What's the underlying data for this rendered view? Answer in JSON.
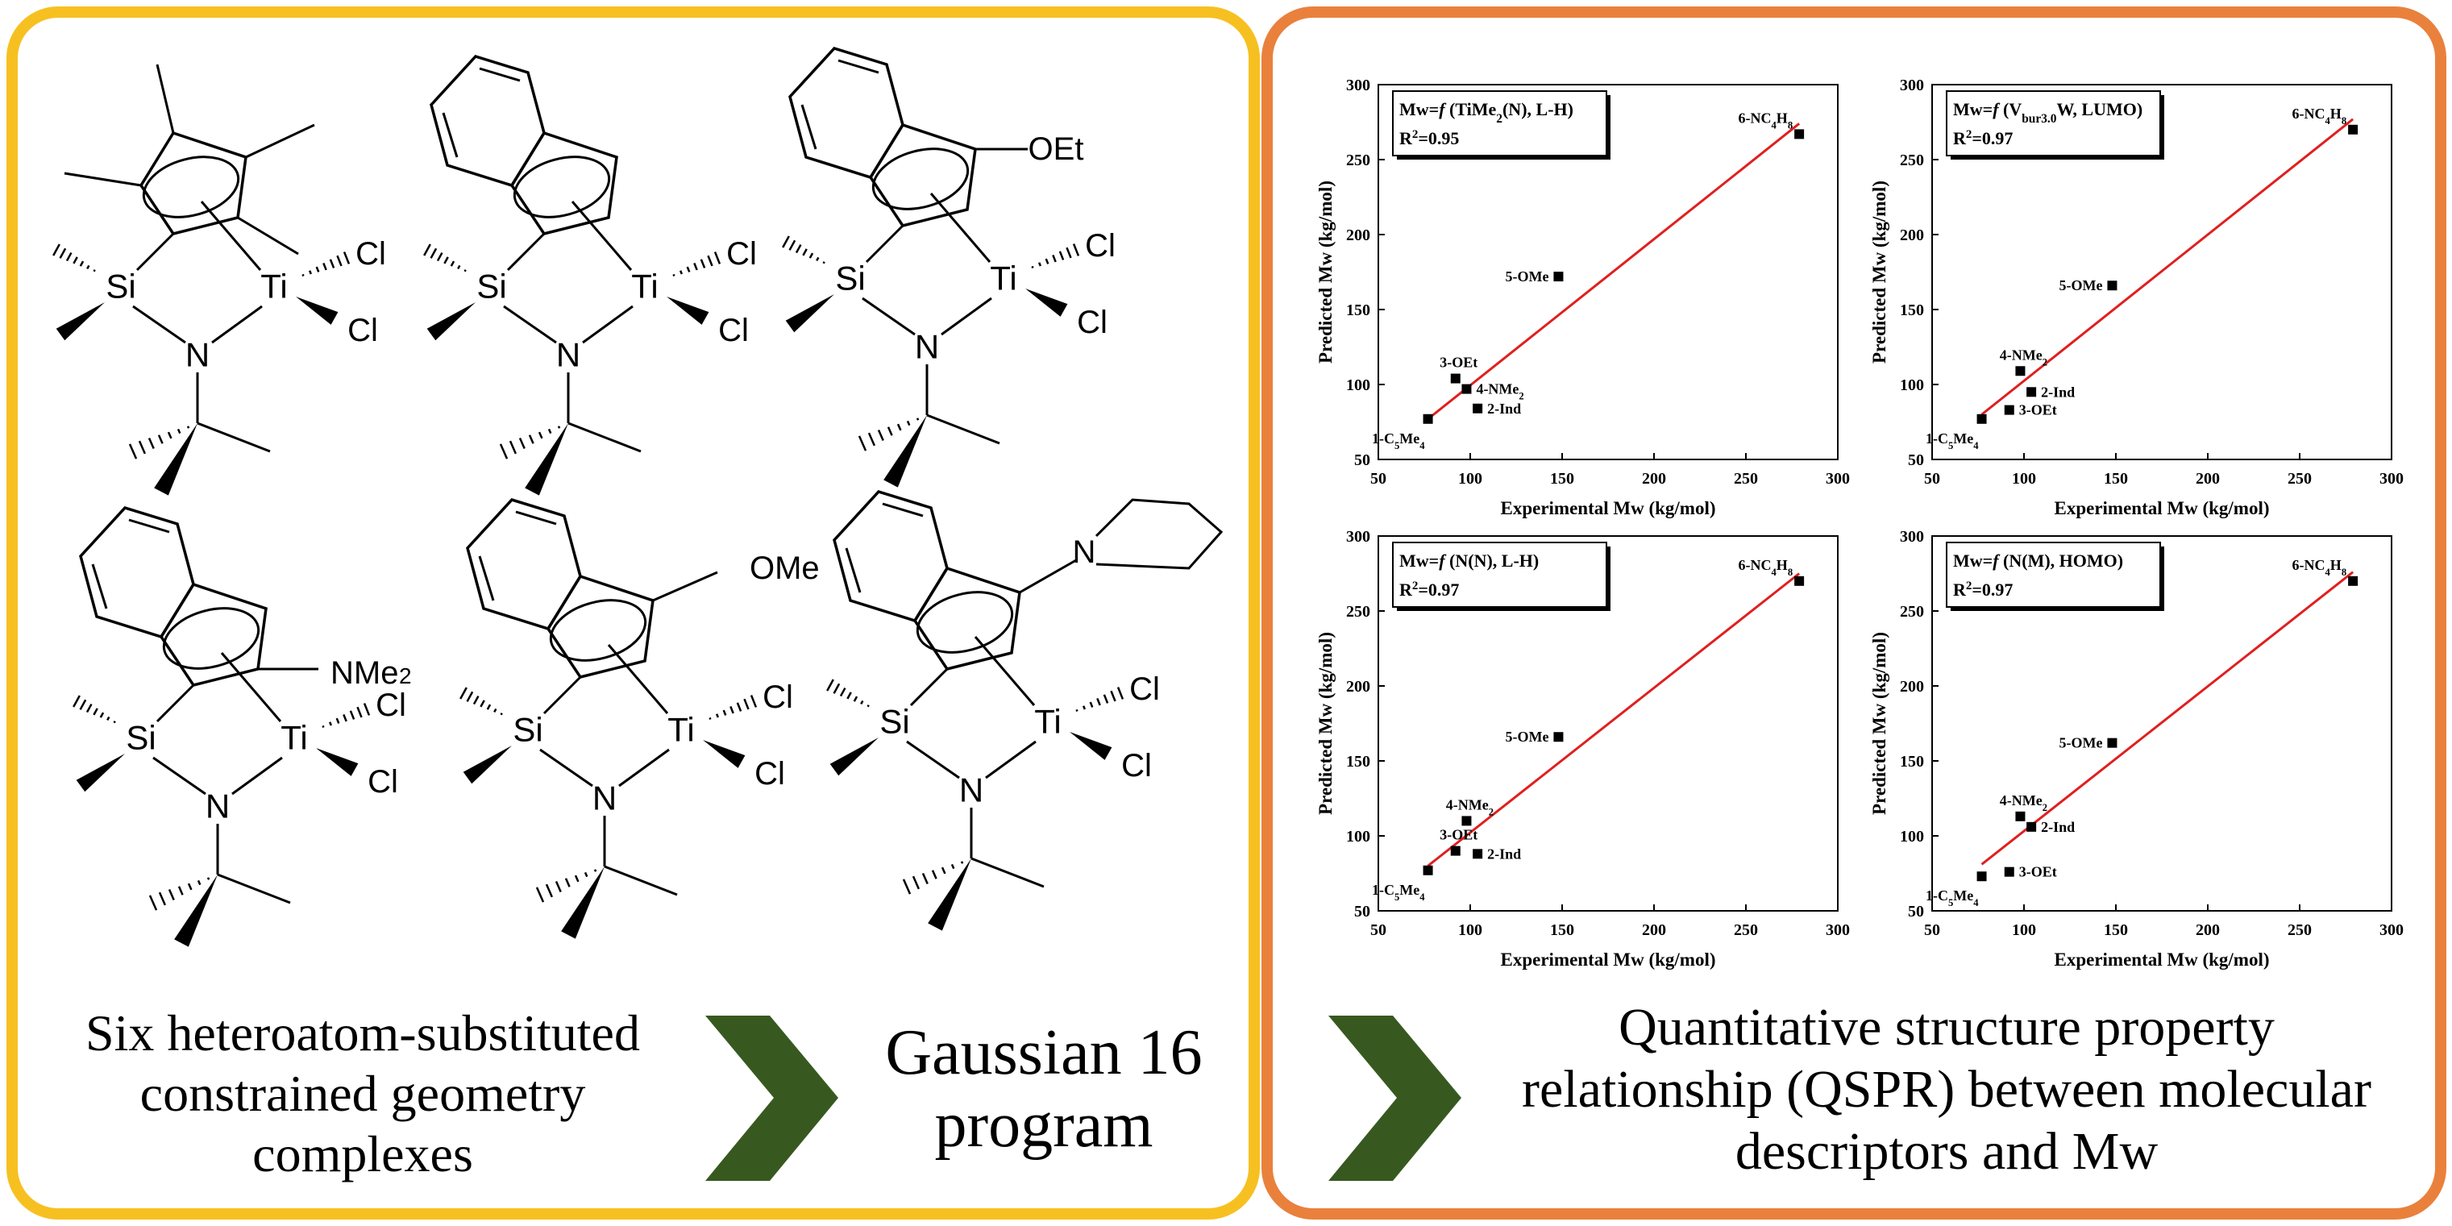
{
  "labels": {
    "cl": "Cl",
    "ti": "Ti",
    "si": "Si",
    "n": "N",
    "oet": "OEt",
    "ome": "OMe",
    "nme2": "NMe",
    "nme2_sub": "2"
  },
  "captions": {
    "left": [
      "Six heteroatom-substituted",
      "constrained geometry",
      "complexes"
    ],
    "middle": [
      "Gaussian 16",
      "program"
    ],
    "right": [
      "Quantitative structure property",
      "relationship (QSPR) between molecular",
      "descriptors and Mw"
    ]
  },
  "colors": {
    "left_border": "#f7c021",
    "right_border": "#e9813c",
    "arrow": "#37591f",
    "fit_line": "#e01f1f"
  },
  "chart_data": [
    {
      "type": "scatter",
      "title_parts": [
        {
          "t": "Mw="
        },
        {
          "t": "f",
          "style": "italic"
        },
        {
          "t": " (TiMe"
        },
        {
          "t": "2",
          "style": "sub"
        },
        {
          "t": "(N), L-H)"
        }
      ],
      "r2": "0.95",
      "xlabel": "Experimental Mw (kg/mol)",
      "ylabel": "Predicted Mw (kg/mol)",
      "xlim": [
        50,
        300
      ],
      "ylim": [
        50,
        300
      ],
      "xticks": [
        50,
        100,
        150,
        200,
        250,
        300
      ],
      "yticks": [
        50,
        100,
        150,
        200,
        250,
        300
      ],
      "fit": [
        [
          77,
          77
        ],
        [
          279,
          274
        ]
      ],
      "points": [
        {
          "x": 77,
          "y": 77,
          "label": [
            {
              "t": "1-C"
            },
            {
              "t": "5",
              "style": "sub"
            },
            {
              "t": "Me"
            },
            {
              "t": "4",
              "style": "sub"
            }
          ],
          "lpos": "bl"
        },
        {
          "x": 92,
          "y": 104,
          "label": [
            {
              "t": "3-OEt"
            }
          ],
          "lpos": "tl"
        },
        {
          "x": 98,
          "y": 97,
          "label": [
            {
              "t": "4-NMe"
            },
            {
              "t": "2",
              "style": "sub"
            }
          ],
          "lpos": "r"
        },
        {
          "x": 104,
          "y": 84,
          "label": [
            {
              "t": "2-Ind"
            }
          ],
          "lpos": "r"
        },
        {
          "x": 148,
          "y": 172,
          "label": [
            {
              "t": "5-OMe"
            }
          ],
          "lpos": "l"
        },
        {
          "x": 279,
          "y": 267,
          "label": [
            {
              "t": "6-NC"
            },
            {
              "t": "4",
              "style": "sub"
            },
            {
              "t": "H"
            },
            {
              "t": "8",
              "style": "sub"
            }
          ],
          "lpos": "tl"
        }
      ]
    },
    {
      "type": "scatter",
      "title_parts": [
        {
          "t": "Mw="
        },
        {
          "t": "f",
          "style": "italic"
        },
        {
          "t": " (V"
        },
        {
          "t": "bur3.0",
          "style": "sub"
        },
        {
          "t": "W, LUMO)"
        }
      ],
      "r2": "0.97",
      "xlabel": "Experimental Mw (kg/mol)",
      "ylabel": "Predicted Mw (kg/mol)",
      "xlim": [
        50,
        300
      ],
      "ylim": [
        50,
        300
      ],
      "xticks": [
        50,
        100,
        150,
        200,
        250,
        300
      ],
      "yticks": [
        50,
        100,
        150,
        200,
        250,
        300
      ],
      "fit": [
        [
          77,
          80
        ],
        [
          279,
          277
        ]
      ],
      "points": [
        {
          "x": 77,
          "y": 77,
          "label": [
            {
              "t": "1-C"
            },
            {
              "t": "5",
              "style": "sub"
            },
            {
              "t": "Me"
            },
            {
              "t": "4",
              "style": "sub"
            }
          ],
          "lpos": "bl"
        },
        {
          "x": 92,
          "y": 83,
          "label": [
            {
              "t": "3-OEt"
            }
          ],
          "lpos": "r"
        },
        {
          "x": 98,
          "y": 109,
          "label": [
            {
              "t": "4-NMe"
            },
            {
              "t": "2",
              "style": "sub"
            }
          ],
          "lpos": "tl"
        },
        {
          "x": 104,
          "y": 95,
          "label": [
            {
              "t": "2-Ind"
            }
          ],
          "lpos": "r"
        },
        {
          "x": 148,
          "y": 166,
          "label": [
            {
              "t": "5-OMe"
            }
          ],
          "lpos": "l"
        },
        {
          "x": 279,
          "y": 270,
          "label": [
            {
              "t": "6-NC"
            },
            {
              "t": "4",
              "style": "sub"
            },
            {
              "t": "H"
            },
            {
              "t": "8",
              "style": "sub"
            }
          ],
          "lpos": "tl"
        }
      ]
    },
    {
      "type": "scatter",
      "title_parts": [
        {
          "t": "Mw="
        },
        {
          "t": "f",
          "style": "italic"
        },
        {
          "t": " (N(N), L-H)"
        }
      ],
      "r2": "0.97",
      "xlabel": "Experimental Mw (kg/mol)",
      "ylabel": "Predicted Mw (kg/mol)",
      "xlim": [
        50,
        300
      ],
      "ylim": [
        50,
        300
      ],
      "xticks": [
        50,
        100,
        150,
        200,
        250,
        300
      ],
      "yticks": [
        50,
        100,
        150,
        200,
        250,
        300
      ],
      "fit": [
        [
          77,
          80
        ],
        [
          279,
          275
        ]
      ],
      "points": [
        {
          "x": 77,
          "y": 77,
          "label": [
            {
              "t": "1-C"
            },
            {
              "t": "5",
              "style": "sub"
            },
            {
              "t": "Me"
            },
            {
              "t": "4",
              "style": "sub"
            }
          ],
          "lpos": "bl"
        },
        {
          "x": 92,
          "y": 90,
          "label": [
            {
              "t": "3-OEt"
            }
          ],
          "lpos": "tl"
        },
        {
          "x": 98,
          "y": 110,
          "label": [
            {
              "t": "4-NMe"
            },
            {
              "t": "2",
              "style": "sub"
            }
          ],
          "lpos": "tl"
        },
        {
          "x": 104,
          "y": 88,
          "label": [
            {
              "t": "2-Ind"
            }
          ],
          "lpos": "r"
        },
        {
          "x": 148,
          "y": 166,
          "label": [
            {
              "t": "5-OMe"
            }
          ],
          "lpos": "l"
        },
        {
          "x": 279,
          "y": 270,
          "label": [
            {
              "t": "6-NC"
            },
            {
              "t": "4",
              "style": "sub"
            },
            {
              "t": "H"
            },
            {
              "t": "8",
              "style": "sub"
            }
          ],
          "lpos": "tl"
        }
      ]
    },
    {
      "type": "scatter",
      "title_parts": [
        {
          "t": "Mw="
        },
        {
          "t": "f",
          "style": "italic"
        },
        {
          "t": " (N(M), HOMO)"
        }
      ],
      "r2": "0.97",
      "xlabel": "Experimental Mw (kg/mol)",
      "ylabel": "Predicted Mw (kg/mol)",
      "xlim": [
        50,
        300
      ],
      "ylim": [
        50,
        300
      ],
      "xticks": [
        50,
        100,
        150,
        200,
        250,
        300
      ],
      "yticks": [
        50,
        100,
        150,
        200,
        250,
        300
      ],
      "fit": [
        [
          77,
          81
        ],
        [
          279,
          276
        ]
      ],
      "points": [
        {
          "x": 77,
          "y": 73,
          "label": [
            {
              "t": "1-C"
            },
            {
              "t": "5",
              "style": "sub"
            },
            {
              "t": "Me"
            },
            {
              "t": "4",
              "style": "sub"
            }
          ],
          "lpos": "bl"
        },
        {
          "x": 92,
          "y": 76,
          "label": [
            {
              "t": "3-OEt"
            }
          ],
          "lpos": "r"
        },
        {
          "x": 98,
          "y": 113,
          "label": [
            {
              "t": "4-NMe"
            },
            {
              "t": "2",
              "style": "sub"
            }
          ],
          "lpos": "tl"
        },
        {
          "x": 104,
          "y": 106,
          "label": [
            {
              "t": "2-Ind"
            }
          ],
          "lpos": "r"
        },
        {
          "x": 148,
          "y": 162,
          "label": [
            {
              "t": "5-OMe"
            }
          ],
          "lpos": "l"
        },
        {
          "x": 279,
          "y": 270,
          "label": [
            {
              "t": "6-NC"
            },
            {
              "t": "4",
              "style": "sub"
            },
            {
              "t": "H"
            },
            {
              "t": "8",
              "style": "sub"
            }
          ],
          "lpos": "tl"
        }
      ]
    }
  ]
}
